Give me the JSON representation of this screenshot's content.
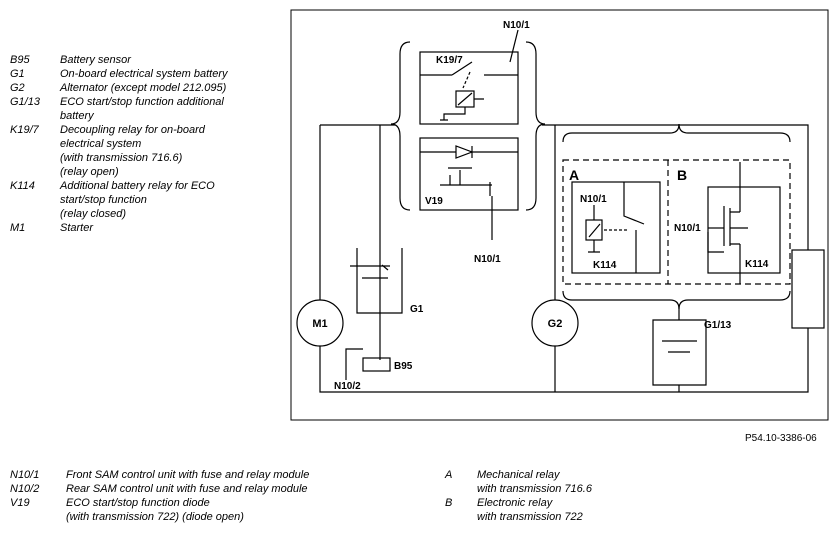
{
  "legend_top": [
    {
      "code": "B95",
      "desc": "Battery sensor"
    },
    {
      "code": "G1",
      "desc": "On-board electrical system battery"
    },
    {
      "code": "G2",
      "desc": "Alternator (except model 212.095)"
    },
    {
      "code": "G1/13",
      "desc": "ECO start/stop function additional\nbattery"
    },
    {
      "code": "K19/7",
      "desc": "Decoupling relay for on-board\nelectrical system\n(with transmission 716.6)\n(relay open)"
    },
    {
      "code": "K114",
      "desc": "Additional battery relay for ECO\nstart/stop function\n(relay closed)"
    },
    {
      "code": "M1",
      "desc": "Starter"
    }
  ],
  "legend_bottom_left": [
    {
      "code": "N10/1",
      "desc": "Front SAM control unit with fuse and relay module"
    },
    {
      "code": "N10/2",
      "desc": "Rear SAM control unit with fuse and relay module"
    },
    {
      "code": "V19",
      "desc": "ECO start/stop function diode\n(with transmission 722) (diode open)"
    }
  ],
  "legend_bottom_right": [
    {
      "code": "A",
      "desc": "Mechanical relay\nwith transmission 716.6"
    },
    {
      "code": "B",
      "desc": "Electronic relay\nwith transmission 722"
    }
  ],
  "reference": "P54.10-3386-06",
  "diagram_labels": {
    "n10_1": "N10/1",
    "n10_2": "N10/2",
    "k19_7": "K19/7",
    "v19": "V19",
    "g1": "G1",
    "g2": "G2",
    "g1_13": "G1/13",
    "m1": "M1",
    "b95": "B95",
    "k114": "K114",
    "a": "A",
    "b": "B"
  }
}
